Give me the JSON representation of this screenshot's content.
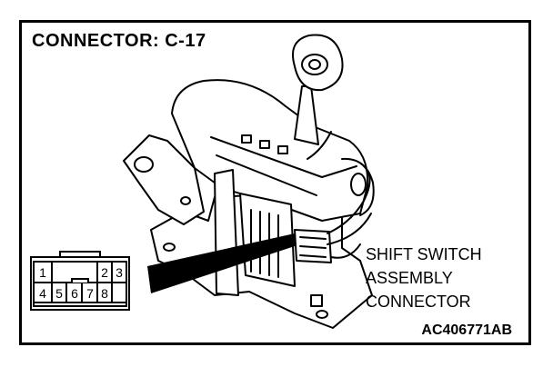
{
  "diagram": {
    "title": "CONNECTOR: C-17",
    "callout_lines": [
      "SHIFT SWITCH",
      "ASSEMBLY",
      "CONNECTOR"
    ],
    "figure_id": "AC406771AB",
    "connector": {
      "top_row": [
        "1",
        "",
        "2",
        "3"
      ],
      "bottom_row": [
        "4",
        "5",
        "6",
        "7",
        "8"
      ]
    }
  }
}
